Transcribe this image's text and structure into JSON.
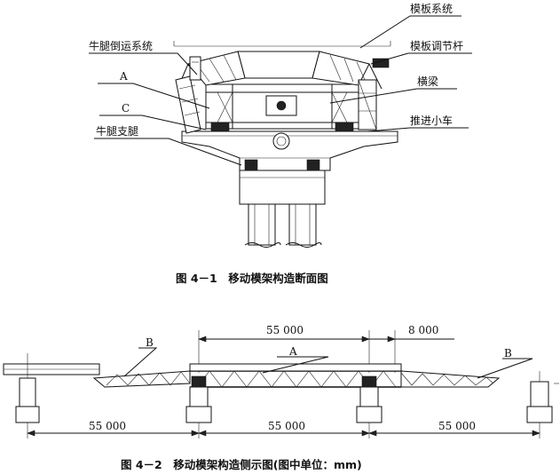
{
  "figure1": {
    "labels": {
      "formwork_system": "模板系统",
      "bracket_transfer_system": "牛腿倒运系统",
      "formwork_adjust_rod": "模板调节杆",
      "label_a": "A",
      "cross_beam": "横梁",
      "label_c": "C",
      "push_trolley": "推进小车",
      "bracket_leg": "牛腿支腿"
    },
    "caption": "图 4－1　移动模架构造断面图"
  },
  "figure2": {
    "labels": {
      "label_b_left": "B",
      "label_a": "A",
      "label_b_right": "B"
    },
    "dimensions": {
      "top_span": "55 000",
      "top_overhang": "8 000",
      "bottom_span_1": "55 000",
      "bottom_span_2": "55 000",
      "bottom_span_3": "55 000"
    },
    "caption": "图 4－2　移动模架构造侧示图(图中单位：mm)"
  }
}
